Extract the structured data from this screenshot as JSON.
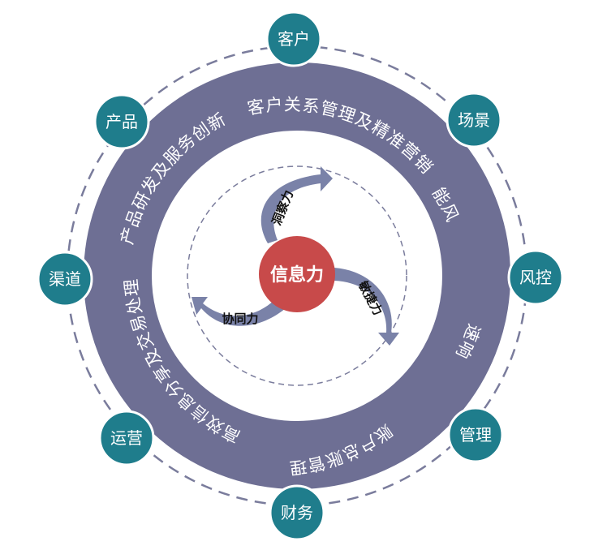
{
  "colors": {
    "ring": "#6e6f94",
    "node": "#1f7d8c",
    "center": "#c84a4a",
    "arrow": "#7a82a8",
    "dash": "#7a7c9c"
  },
  "center": {
    "label": "信息力"
  },
  "nodes": [
    {
      "id": "customer",
      "label": "客户"
    },
    {
      "id": "scene",
      "label": "场景"
    },
    {
      "id": "risk",
      "label": "风控"
    },
    {
      "id": "management",
      "label": "管理"
    },
    {
      "id": "finance",
      "label": "财务"
    },
    {
      "id": "operation",
      "label": "运营"
    },
    {
      "id": "channel",
      "label": "渠道"
    },
    {
      "id": "product",
      "label": "产品"
    }
  ],
  "ring_labels": [
    {
      "id": "crm",
      "label": "客户关系管理及精准营销"
    },
    {
      "id": "risk-control",
      "label": "智能风控"
    },
    {
      "id": "fast-response",
      "label": "快速响应"
    },
    {
      "id": "account",
      "label": "账户总账管理"
    },
    {
      "id": "efficient",
      "label": "高效信息分享及交易处理"
    },
    {
      "id": "innovation",
      "label": "产品研发及服务创新"
    }
  ],
  "capabilities": [
    {
      "id": "insight",
      "label": "洞察力"
    },
    {
      "id": "agility",
      "label": "敏捷力"
    },
    {
      "id": "synergy",
      "label": "协同力"
    }
  ]
}
